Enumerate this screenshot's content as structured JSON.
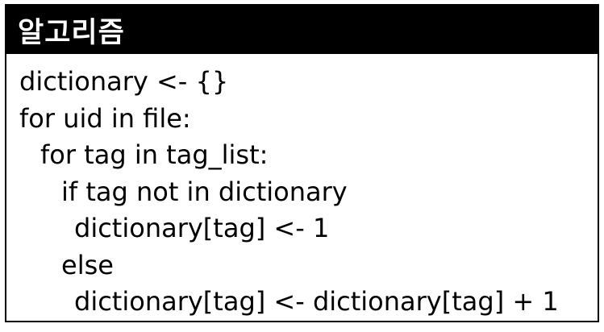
{
  "header": {
    "title": "알고리즘"
  },
  "code": {
    "lines": [
      "dictionary <- {}",
      "for uid in file:",
      "for tag in tag_list:",
      "if tag not in dictionary",
      "dictionary[tag] <- 1",
      "else",
      "dictionary[tag] <- dictionary[tag] + 1"
    ]
  }
}
